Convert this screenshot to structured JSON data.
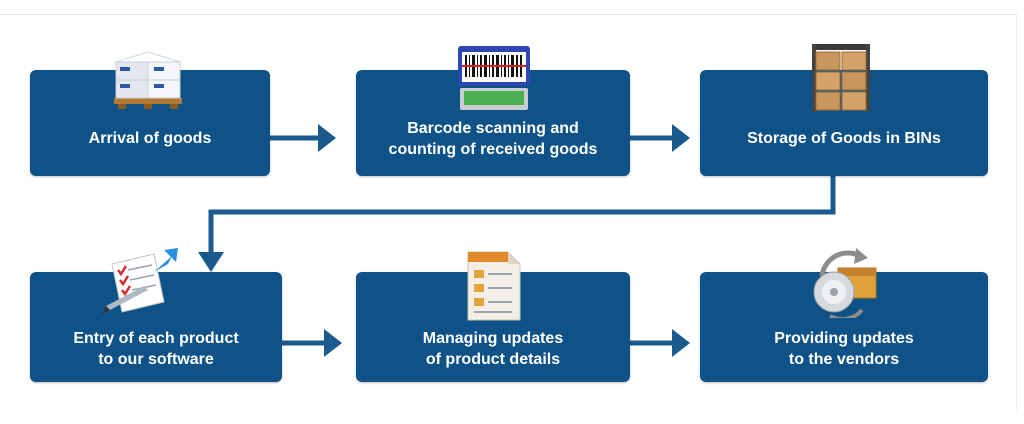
{
  "steps": [
    {
      "id": "arrival",
      "label": "Arrival of goods",
      "icon": "pallet-boxes-icon"
    },
    {
      "id": "barcode",
      "label": "Barcode scanning and\ncounting of received goods",
      "icon": "barcode-scanner-icon"
    },
    {
      "id": "storage",
      "label": "Storage of Goods in BINs",
      "icon": "storage-bin-icon"
    },
    {
      "id": "entry",
      "label": "Entry of each product\nto our software",
      "icon": "checklist-pen-icon"
    },
    {
      "id": "managing",
      "label": "Managing updates\nof product details",
      "icon": "document-icon"
    },
    {
      "id": "providing",
      "label": "Providing updates\nto the vendors",
      "icon": "disc-box-sync-icon"
    }
  ],
  "colors": {
    "box": "#0f5287",
    "arrow": "#1a5a8c",
    "text": "#ffffff"
  }
}
